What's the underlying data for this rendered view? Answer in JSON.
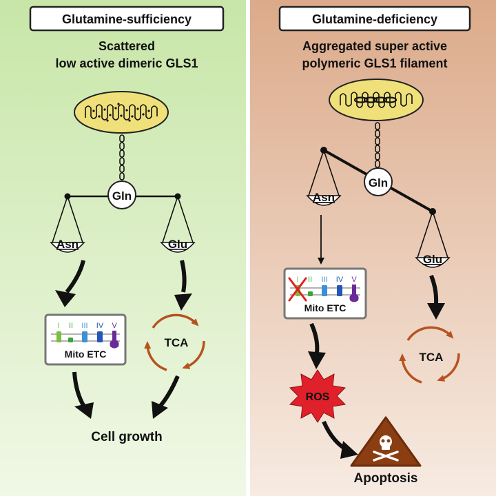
{
  "left_panel": {
    "header": "Glutamine-sufficiency",
    "subtitle_line1": "Scattered",
    "subtitle_line2": "low active dimeric GLS1",
    "gln_label": "Gln",
    "asn_label": "Asn",
    "glu_label": "Glu",
    "etc_box": {
      "complexes": [
        "I",
        "II",
        "III",
        "IV",
        "V"
      ],
      "label": "Mito ETC"
    },
    "tca_label": "TCA",
    "outcome": "Cell growth"
  },
  "right_panel": {
    "header": "Glutamine-deficiency",
    "subtitle_line1": "Aggregated super active",
    "subtitle_line2": "polymeric GLS1 filament",
    "gln_label": "Gln",
    "asn_label": "Asn",
    "glu_label": "Glu",
    "etc_box": {
      "complexes": [
        "I",
        "II",
        "III",
        "IV",
        "V"
      ],
      "label": "Mito ETC"
    },
    "tca_label": "TCA",
    "ros_label": "ROS",
    "outcome": "Apoptosis"
  },
  "colors": {
    "left_bg_top": "#c8e6a8",
    "left_bg_bottom": "#eef7e2",
    "right_bg_top": "#dca98a",
    "right_bg_bottom": "#f5e6db",
    "mito_fill": "#efe07a",
    "tca_arrow": "#b5531f",
    "ros_fill": "#e0202a",
    "apoptosis_fill": "#8a3e12",
    "complex_I": "#7bbf3a",
    "complex_II": "#3aa33a",
    "complex_III": "#3d8fd8",
    "complex_IV": "#2456b8",
    "complex_V": "#6a2a9a",
    "cross": "#e02020"
  }
}
